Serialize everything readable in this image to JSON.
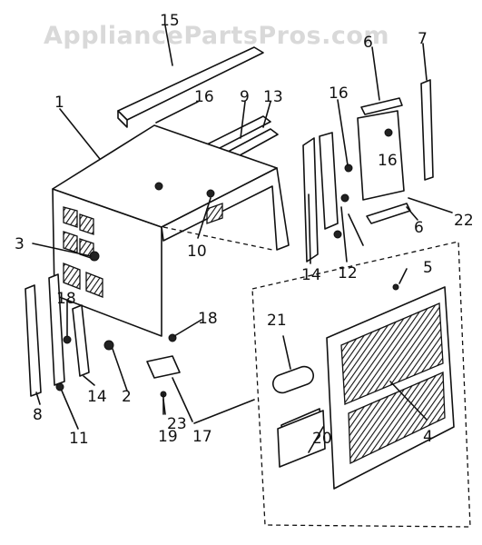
{
  "watermark": "AppliancePartsPros.com",
  "callouts": [
    {
      "id": "c15",
      "text": "15"
    },
    {
      "id": "c16a",
      "text": "16"
    },
    {
      "id": "c9",
      "text": "9"
    },
    {
      "id": "c13",
      "text": "13"
    },
    {
      "id": "c16b",
      "text": "16"
    },
    {
      "id": "c6a",
      "text": "6"
    },
    {
      "id": "c7",
      "text": "7"
    },
    {
      "id": "c1",
      "text": "1"
    },
    {
      "id": "c16c",
      "text": "16"
    },
    {
      "id": "c3",
      "text": "3"
    },
    {
      "id": "c10",
      "text": "10"
    },
    {
      "id": "c14a",
      "text": "14"
    },
    {
      "id": "c12",
      "text": "12"
    },
    {
      "id": "c22",
      "text": "22"
    },
    {
      "id": "c6b",
      "text": "6"
    },
    {
      "id": "c5",
      "text": "5"
    },
    {
      "id": "c18a",
      "text": "18"
    },
    {
      "id": "c18b",
      "text": "18"
    },
    {
      "id": "c21",
      "text": "21"
    },
    {
      "id": "c14b",
      "text": "14"
    },
    {
      "id": "c2",
      "text": "2"
    },
    {
      "id": "c8",
      "text": "8"
    },
    {
      "id": "c11",
      "text": "11"
    },
    {
      "id": "c19",
      "text": "19"
    },
    {
      "id": "c17",
      "text": "17"
    },
    {
      "id": "c23",
      "text": "23"
    },
    {
      "id": "c20",
      "text": "20"
    },
    {
      "id": "c4",
      "text": "4"
    }
  ]
}
